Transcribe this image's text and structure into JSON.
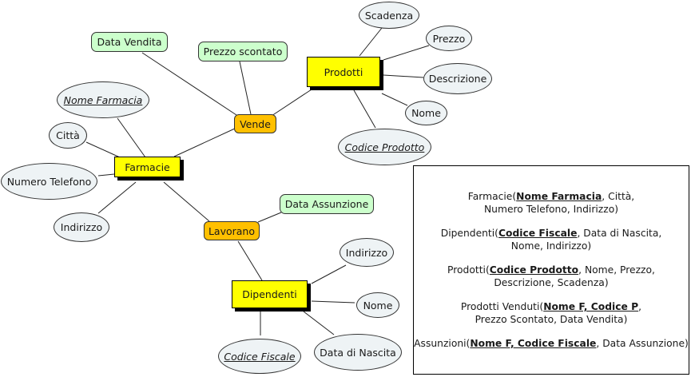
{
  "entities": {
    "farmacie": "Farmacie",
    "prodotti": "Prodotti",
    "dipendenti": "Dipendenti"
  },
  "relationships": {
    "vende": "Vende",
    "lavorano": "Lavorano"
  },
  "relationship_attributes": {
    "data_vendita": "Data Vendita",
    "prezzo_scontato": "Prezzo scontato",
    "data_assunzione": "Data Assunzione"
  },
  "attributes": {
    "nome_farmacia": "Nome Farmacia",
    "citta": "Città",
    "numero_telefono": "Numero Telefono",
    "indirizzo_farmacia": "Indirizzo",
    "scadenza": "Scadenza",
    "prezzo": "Prezzo",
    "descrizione": "Descrizione",
    "nome_prodotto": "Nome",
    "codice_prodotto": "Codice Prodotto",
    "indirizzo_dipendente": "Indirizzo",
    "nome_dipendente": "Nome",
    "data_nascita": "Data di Nascita",
    "codice_fiscale": "Codice Fiscale"
  },
  "colors": {
    "entity": "#ffff00",
    "relationship": "#ffc000",
    "relationship_attribute": "#ccffcc",
    "attribute": "#eef3f5"
  },
  "schema": [
    {
      "name": "Farmacie(",
      "key": "Nome Farmacia",
      "rest1": ", Città,",
      "rest2": "Numero Telefono, Indirizzo)"
    },
    {
      "name": "Dipendenti(",
      "key": "Codice Fiscale",
      "rest1": ", Data di Nascita,",
      "rest2": "Nome, Indirizzo)"
    },
    {
      "name": "Prodotti(",
      "key": "Codice Prodotto",
      "rest1": ", Nome, Prezzo,",
      "rest2": "Descrizione, Scadenza)"
    },
    {
      "name": "Prodotti Venduti(",
      "key": "Nome F, Codice P",
      "rest1": ",",
      "rest2": "Prezzo Scontato, Data Vendita)"
    },
    {
      "name": "Assunzioni(",
      "key": "Nome F, Codice Fiscale",
      "rest1": ", Data Assunzione)",
      "rest2": ""
    }
  ]
}
